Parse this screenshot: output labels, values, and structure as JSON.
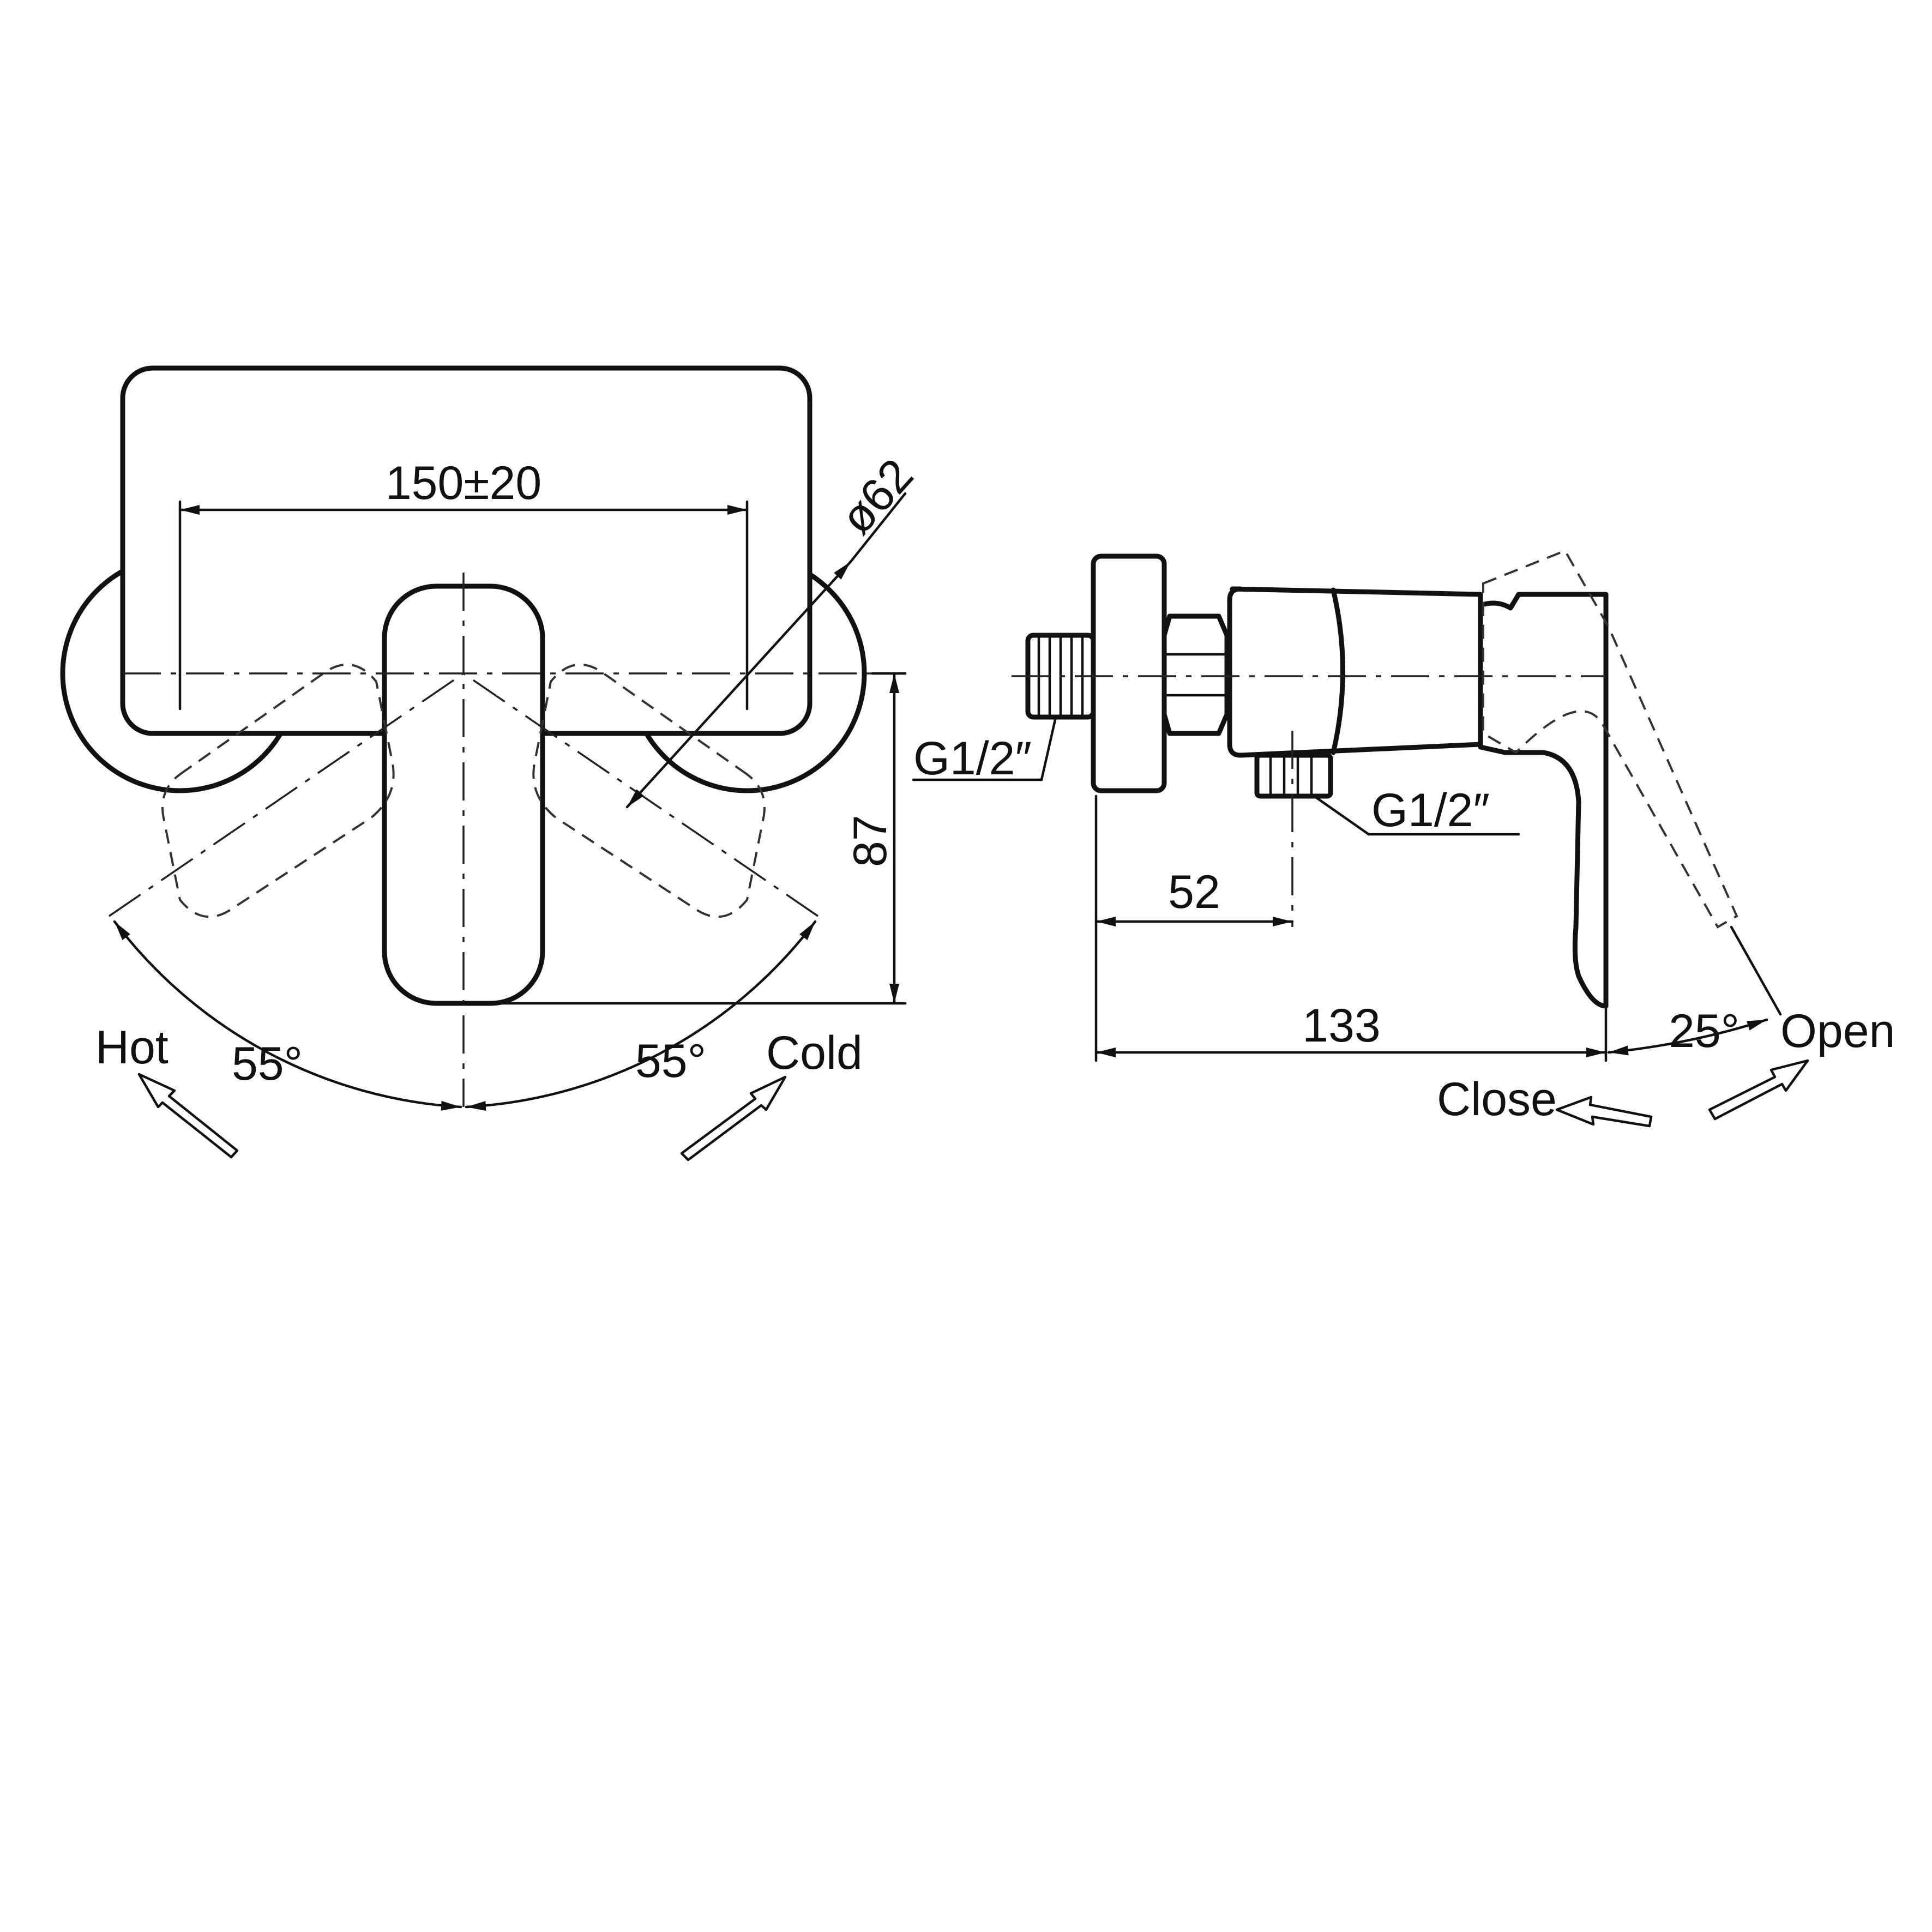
{
  "dimensions": {
    "spacing": "150±20",
    "diameter": "ø62",
    "height": "87",
    "inlet_thread": "G1/2″",
    "outlet_thread": "G1/2″",
    "outlet_offset": "52",
    "depth": "133",
    "lever_angle": "25°",
    "hot_angle": "55°",
    "cold_angle": "55°"
  },
  "labels": {
    "hot": "Hot",
    "cold": "Cold",
    "open": "Open",
    "close": "Close"
  }
}
